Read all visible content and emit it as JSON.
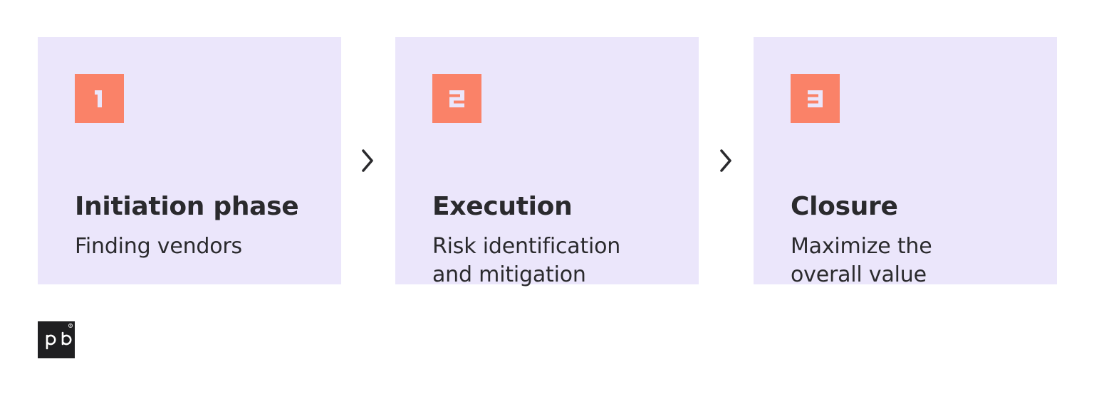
{
  "steps": [
    {
      "number": "1",
      "title": "Initiation phase",
      "description": [
        "Finding vendors"
      ]
    },
    {
      "number": "2",
      "title": "Execution",
      "description": [
        "Risk identification",
        "and mitigation"
      ]
    },
    {
      "number": "3",
      "title": "Closure",
      "description": [
        "Maximize the",
        "overall value"
      ]
    }
  ],
  "colors": {
    "card_background": "#ebe6fb",
    "badge": "#fa8268",
    "text": "#2a2a2d",
    "logo_background": "#1f1f21"
  },
  "icons": {
    "step_connector": "chevron-right-icon",
    "brand": "pd-logo"
  }
}
